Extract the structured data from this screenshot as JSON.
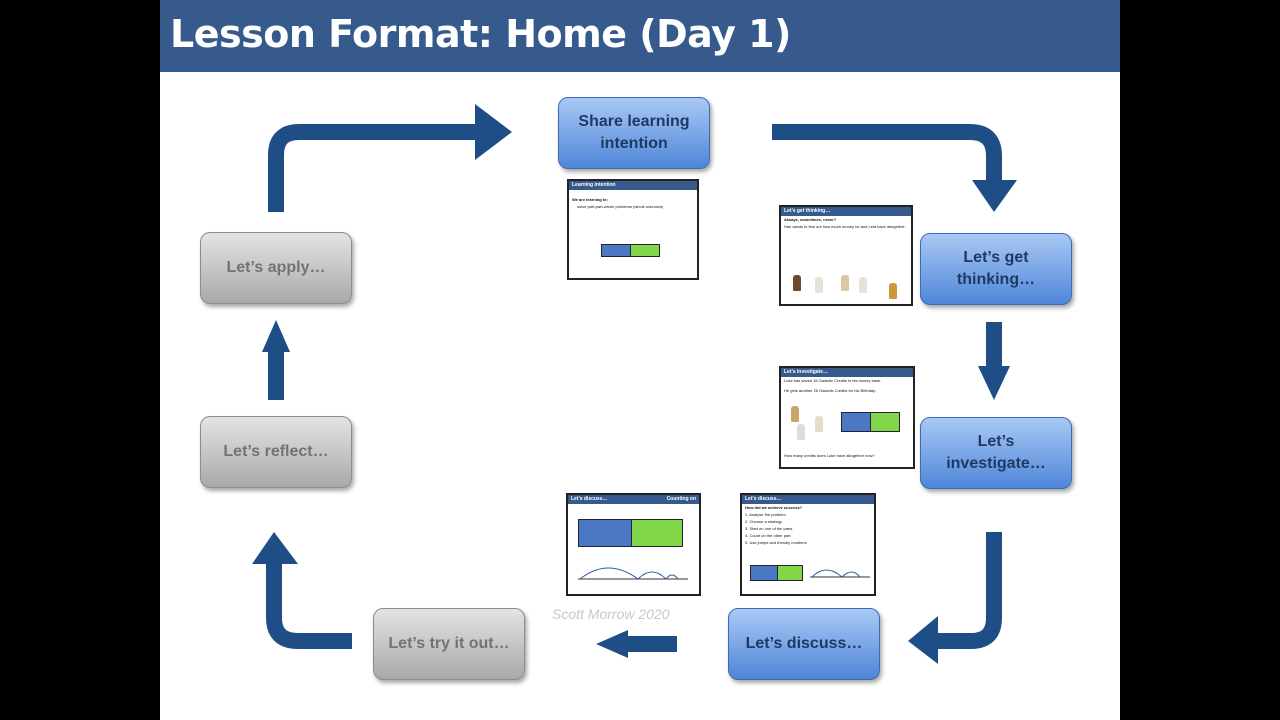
{
  "slide": {
    "title": "Lesson Format: Home (Day 1)",
    "credit": "Scott Morrow 2020"
  },
  "colors": {
    "title_bar": "#365a8c",
    "arrow": "#1f4e86",
    "active_box": "#5b8fdc",
    "inactive_box": "#b5b5b5"
  },
  "steps": {
    "share": "Share learning intention",
    "get_thinking": "Let’s get thinking…",
    "investigate": "Let’s investigate…",
    "discuss": "Let’s discuss…",
    "try_it_out": "Let’s try it out…",
    "reflect": "Let’s reflect…",
    "apply": "Let’s apply…"
  },
  "thumbnails": {
    "learning_intention": {
      "header": "Learning intention",
      "line1": "We are learning to:",
      "line2": "solve part-part-whole problems (whole unknown)"
    },
    "get_thinking": {
      "header": "Let’s get thinking…",
      "line1": "Always, sometimes, never?",
      "line2": "Han wants to find out how much money he and Leia have altogether."
    },
    "investigate": {
      "header": "Let’s investigate…",
      "line1": "Luke has saved 18 Galactic Credits in his money bank.",
      "line2": "He gets another 25 Galactic Credits for his Birthday.",
      "line3": "How many credits does Luke have altogether now?"
    },
    "discuss_counting": {
      "header": "Let’s discuss…",
      "header_right": "Counting on"
    },
    "discuss_success": {
      "header": "Let’s discuss…",
      "line1": "How did we achieve success?",
      "items": [
        "1. Analyse the problem",
        "2. Choose a strategy",
        "3. Start on one of the parts",
        "4. Count on the other part",
        "5. Use jumps and friendly numbers"
      ]
    }
  },
  "arrow_icons": [
    "arrow-right-icon",
    "arrow-down-icon",
    "arrow-left-icon",
    "arrow-up-icon"
  ]
}
